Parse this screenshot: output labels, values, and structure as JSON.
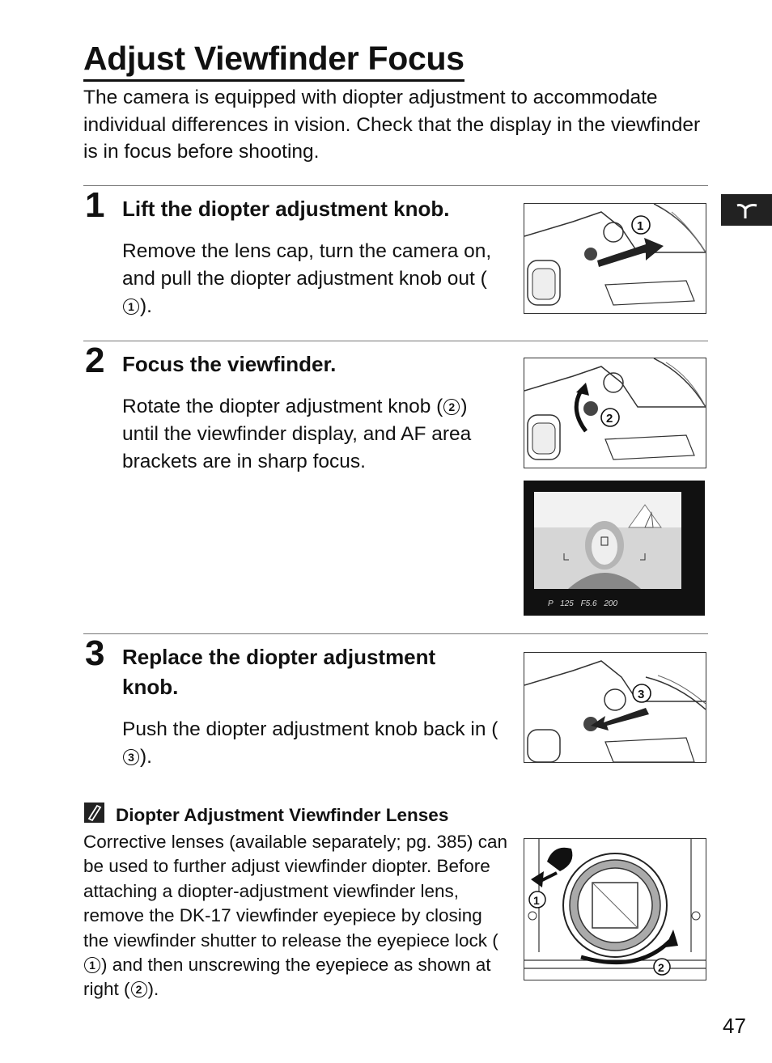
{
  "title": "Adjust Viewfinder Focus",
  "intro": "The camera is equipped with diopter adjustment to accommodate individual differences in vision. Check that the display in the viewfinder is in focus before shooting.",
  "steps": [
    {
      "number": "1",
      "heading": "Lift the diopter adjustment knob.",
      "body_before": "Remove the lens cap, turn the camera on, and pull the diopter adjustment knob out (",
      "marker": "1",
      "body_after": ")."
    },
    {
      "number": "2",
      "heading": "Focus the viewfinder.",
      "body_before": "Rotate the diopter adjustment knob (",
      "marker": "2",
      "body_after": ") until the viewfinder display, and AF area brackets are in sharp focus."
    },
    {
      "number": "3",
      "heading_line1": "Replace the diopter adjustment",
      "heading_line2": "knob.",
      "body_before": "Push the diopter adjustment knob back in (",
      "marker": "3",
      "body_after": ")."
    }
  ],
  "viewfinder_readout": {
    "mode": "P",
    "shutter": "125",
    "aperture": "F5.6",
    "iso": "200"
  },
  "note": {
    "heading": "Diopter Adjustment Viewfinder Lenses",
    "body_1": "Corrective lenses (available separately; pg. 385) can be used to further adjust viewfinder diopter. Before attaching a diopter-adjustment viewfinder lens, remove the DK-17 viewfinder eyepiece by closing the viewfinder shutter to release the eyepiece lock (",
    "marker_1": "1",
    "body_2": ") and then unscrewing the eyepiece as shown at right (",
    "marker_2": "2",
    "body_3": ")."
  },
  "callouts": {
    "c1": "1",
    "c2": "2",
    "c3": "3"
  },
  "page_number": "47",
  "colors": {
    "text": "#111111",
    "tab": "#222222"
  }
}
